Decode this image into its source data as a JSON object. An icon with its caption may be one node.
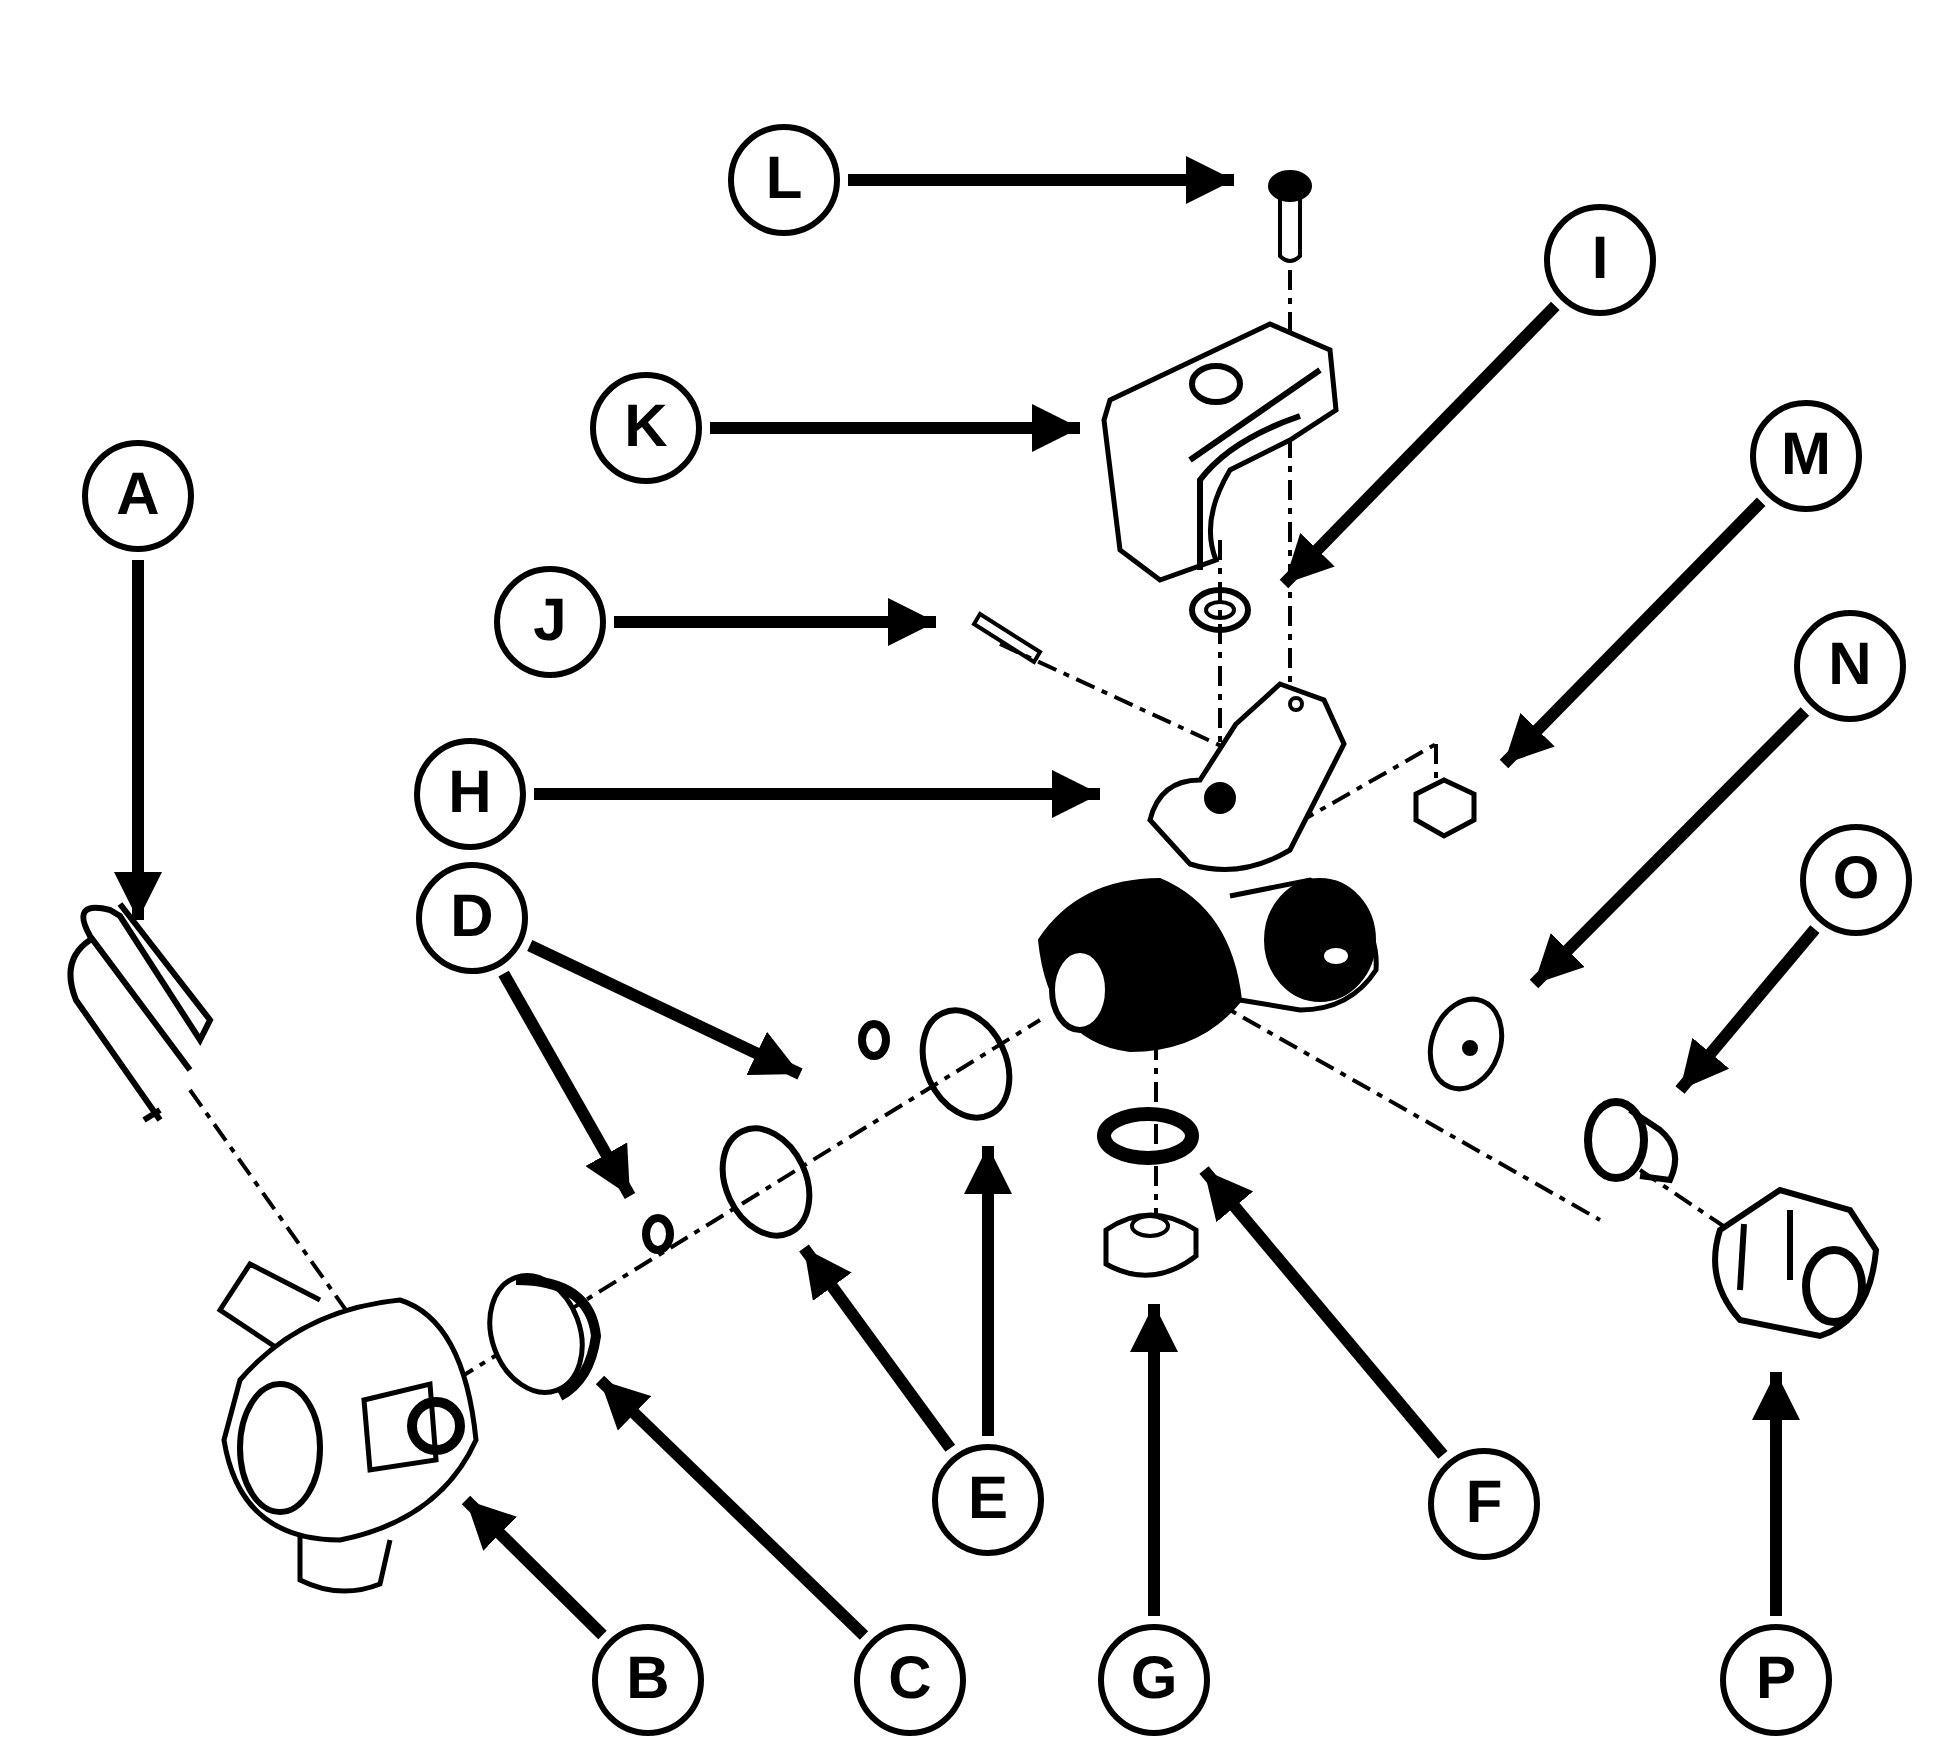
{
  "diagram": {
    "nodes": [
      {
        "text": [
          "L"
        ]
      },
      {
        "text": [
          "I"
        ]
      },
      {
        "text": [
          "K"
        ]
      },
      {
        "text": [
          "M"
        ]
      },
      {
        "text": [
          "A"
        ]
      },
      {
        "text": [
          "J"
        ]
      },
      {
        "text": [
          "N"
        ]
      },
      {
        "text": [
          "H"
        ]
      },
      {
        "text": [
          "O"
        ]
      },
      {
        "text": [
          "D"
        ]
      },
      {
        "text": [
          "E"
        ]
      },
      {
        "text": [
          "F"
        ]
      },
      {
        "text": [
          "B"
        ]
      },
      {
        "text": [
          "C"
        ]
      },
      {
        "text": [
          "G"
        ]
      },
      {
        "text": [
          "P"
        ]
      }
    ],
    "edges": [
      {
        "from": 0,
        "to": null,
        "arrow": "to"
      },
      {
        "from": 1,
        "to": null,
        "arrow": "to"
      },
      {
        "from": 2,
        "to": null,
        "arrow": "to"
      },
      {
        "from": 3,
        "to": null,
        "arrow": "to"
      },
      {
        "from": 4,
        "to": null,
        "arrow": "to"
      },
      {
        "from": 5,
        "to": null,
        "arrow": "to"
      },
      {
        "from": 6,
        "to": null,
        "arrow": "to"
      },
      {
        "from": 7,
        "to": null,
        "arrow": "to"
      },
      {
        "from": 8,
        "to": null,
        "arrow": "to"
      },
      {
        "from": 9,
        "to": null,
        "arrow": "to"
      },
      {
        "from": 9,
        "to": null,
        "arrow": "to"
      },
      {
        "from": 10,
        "to": null,
        "arrow": "to"
      },
      {
        "from": 10,
        "to": null,
        "arrow": "to"
      },
      {
        "from": 11,
        "to": null,
        "arrow": "to"
      },
      {
        "from": 12,
        "to": null,
        "arrow": "to"
      },
      {
        "from": 13,
        "to": null,
        "arrow": "to"
      },
      {
        "from": 14,
        "to": null,
        "arrow": "to"
      },
      {
        "from": 15,
        "to": null,
        "arrow": "to"
      }
    ]
  }
}
